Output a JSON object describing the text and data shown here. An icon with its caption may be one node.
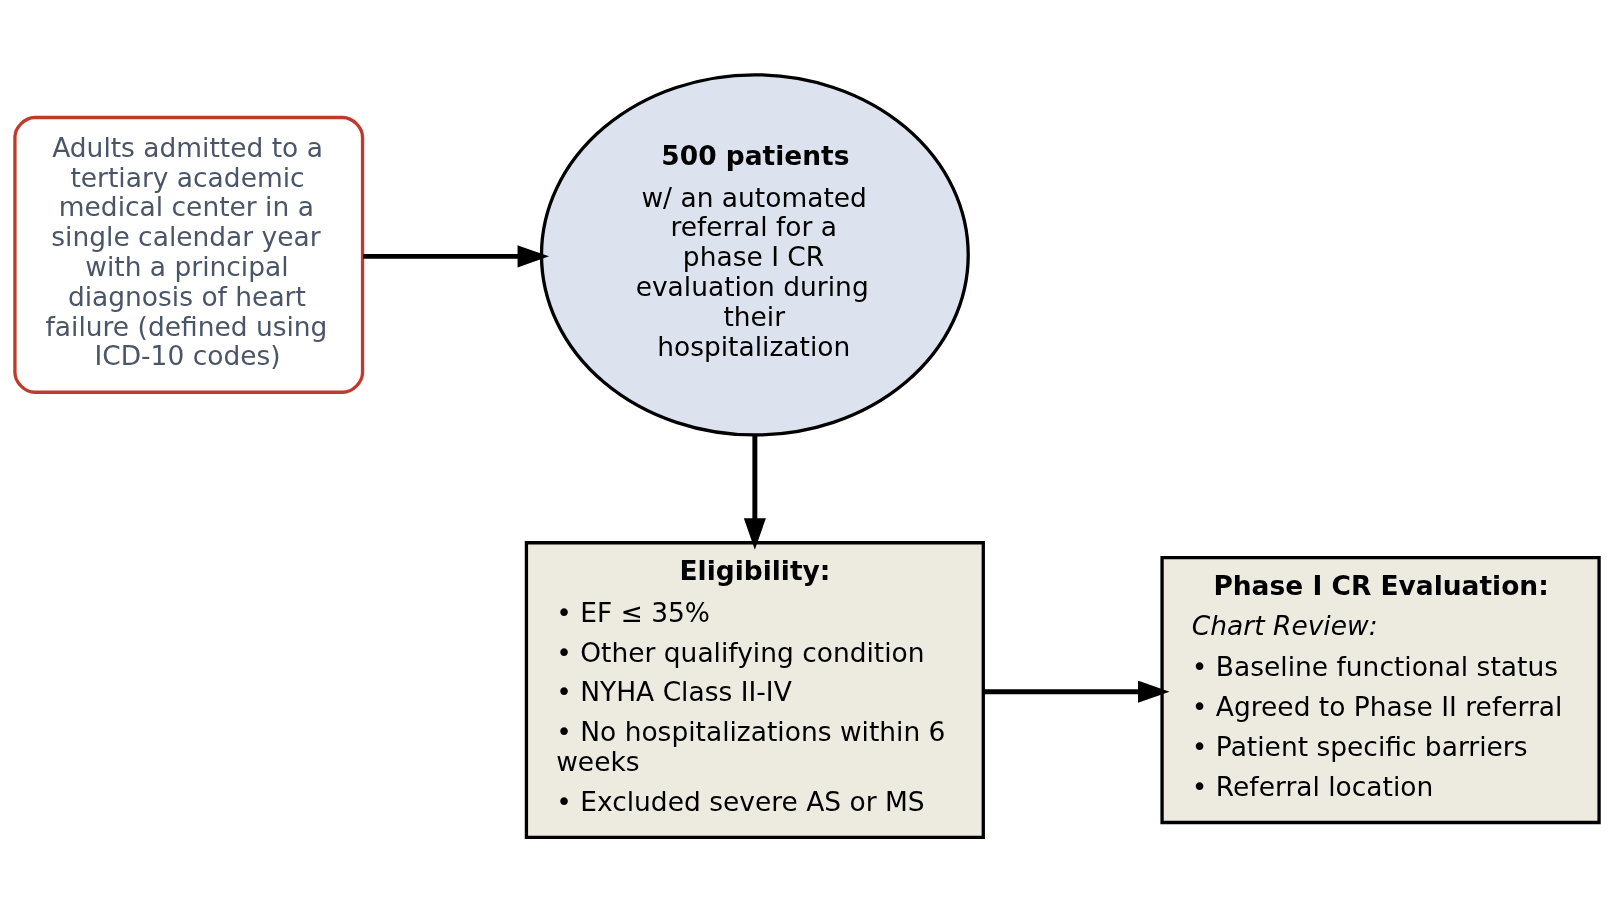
{
  "diagram": {
    "nodes": [
      {
        "text": [
          "Adults admitted to a tertiary academic medical center in a single calendar year with a principal diagnosis of heart failure (defined using ICD-10 codes)"
        ]
      },
      {
        "text": [
          "500 patients",
          "w/ an automated referral for a phase I CR evaluation during their hospitalization"
        ]
      },
      {
        "text": [
          "Eligibility:",
          "• EF ≤ 35%",
          "• Other qualifying condition",
          "• NYHA Class II-IV",
          "• No hospitalizations within 6 weeks",
          "• Excluded severe AS or MS"
        ]
      },
      {
        "text": [
          "Phase I CR Evaluation:",
          "Chart Review:",
          "• Baseline functional status",
          "• Agreed to Phase II referral",
          "• Patient specific barriers",
          "• Referral location"
        ]
      }
    ],
    "edges": [
      {
        "from": 0,
        "to": 1,
        "arrow": "to"
      },
      {
        "from": 1,
        "to": 2,
        "arrow": "to"
      },
      {
        "from": 2,
        "to": 3,
        "arrow": "to"
      }
    ]
  }
}
